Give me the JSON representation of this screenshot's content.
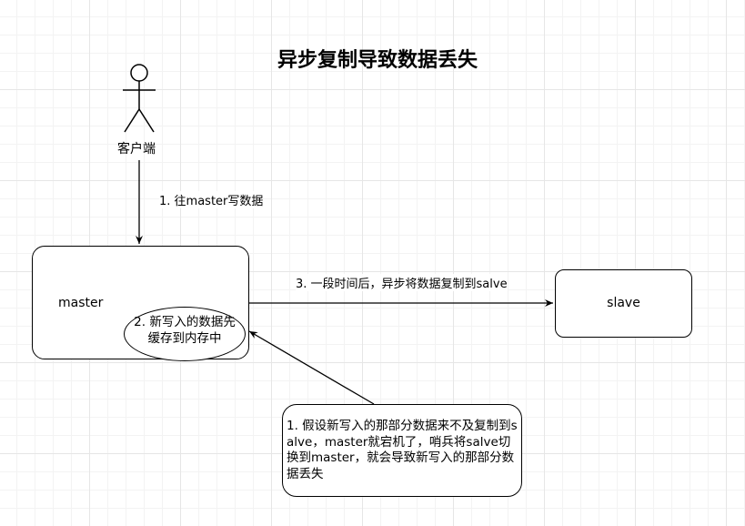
{
  "title": "异步复制导致数据丢失",
  "actor": {
    "label": "客户端"
  },
  "edges": {
    "client_to_master": "1. 往master写数据",
    "master_to_slave": "3. 一段时间后，异步将数据复制到salve"
  },
  "nodes": {
    "master": "master",
    "slave": "slave",
    "memory_ellipse": [
      "2. 新写入的数据先",
      "缓存到内存中"
    ],
    "note": "1. 假设新写入的那部分数据来不及复制到salve，master就宕机了，哨兵将salve切换到master，就会导致新写入的那部分数据丢失"
  }
}
